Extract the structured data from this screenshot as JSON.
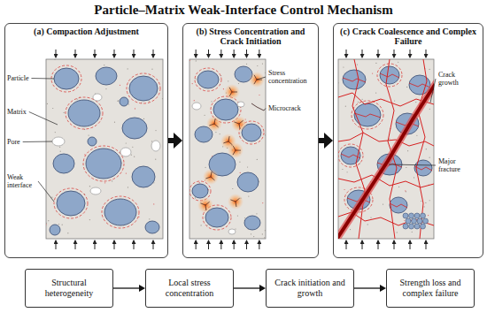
{
  "diagram": {
    "title": "Particle–Matrix Weak-Interface Control Mechanism",
    "nodes": [
      {
        "text": [
          "(a) Compaction Adjustment"
        ]
      },
      {
        "text": [
          "(b) Stress Concentration and Crack Initiation"
        ]
      },
      {
        "text": [
          "(c) Crack Coalescence and Complex Failure"
        ]
      },
      {
        "text": [
          "Structural heterogeneity"
        ]
      },
      {
        "text": [
          "Local stress concentration"
        ]
      },
      {
        "text": [
          "Crack initiation and growth"
        ]
      },
      {
        "text": [
          "Strength loss and complex failure"
        ]
      }
    ],
    "edges": [
      {
        "from": 0,
        "to": 1,
        "arrow": "to"
      },
      {
        "from": 1,
        "to": 2,
        "arrow": "to"
      },
      {
        "from": 3,
        "to": 4,
        "arrow": "to"
      },
      {
        "from": 4,
        "to": 5,
        "arrow": "to"
      },
      {
        "from": 5,
        "to": 6,
        "arrow": "to"
      }
    ],
    "labels": [
      "Particle",
      "Matrix",
      "Pore",
      "Weak interface",
      "Stress concentration",
      "Microcrack",
      "Crack growth",
      "Major fracture"
    ]
  }
}
